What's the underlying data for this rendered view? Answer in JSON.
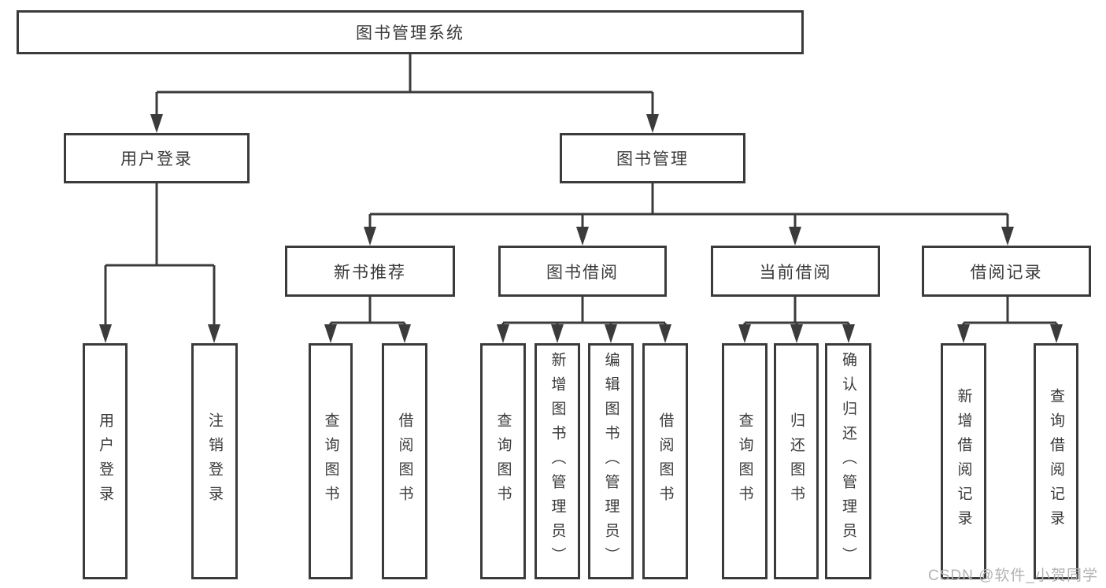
{
  "diagram": {
    "root": {
      "label": "图书管理系统"
    },
    "branches": [
      {
        "label": "用户登录",
        "children": [
          {
            "label": "用户登录"
          },
          {
            "label": "注销登录"
          }
        ]
      },
      {
        "label": "图书管理",
        "sections": [
          {
            "label": "新书推荐",
            "children": [
              {
                "label": "查询图书"
              },
              {
                "label": "借阅图书"
              }
            ]
          },
          {
            "label": "图书借阅",
            "children": [
              {
                "label": "查询图书"
              },
              {
                "label": "新增图书（管理员）"
              },
              {
                "label": "编辑图书（管理员）"
              },
              {
                "label": "借阅图书"
              }
            ]
          },
          {
            "label": "当前借阅",
            "children": [
              {
                "label": "查询图书"
              },
              {
                "label": "归还图书"
              },
              {
                "label": "确认归还（管理员）"
              }
            ]
          },
          {
            "label": "借阅记录",
            "children": [
              {
                "label": "新增借阅记录"
              },
              {
                "label": "查询借阅记录"
              }
            ]
          }
        ]
      }
    ]
  },
  "watermark": {
    "text": "CSDN @软件_小贺同学"
  },
  "colors": {
    "line": "#3b3b3b",
    "box_border": "#3b3b3b",
    "text": "#3a3a3a",
    "background": "#ffffff",
    "watermark": "#b3b3b3"
  }
}
